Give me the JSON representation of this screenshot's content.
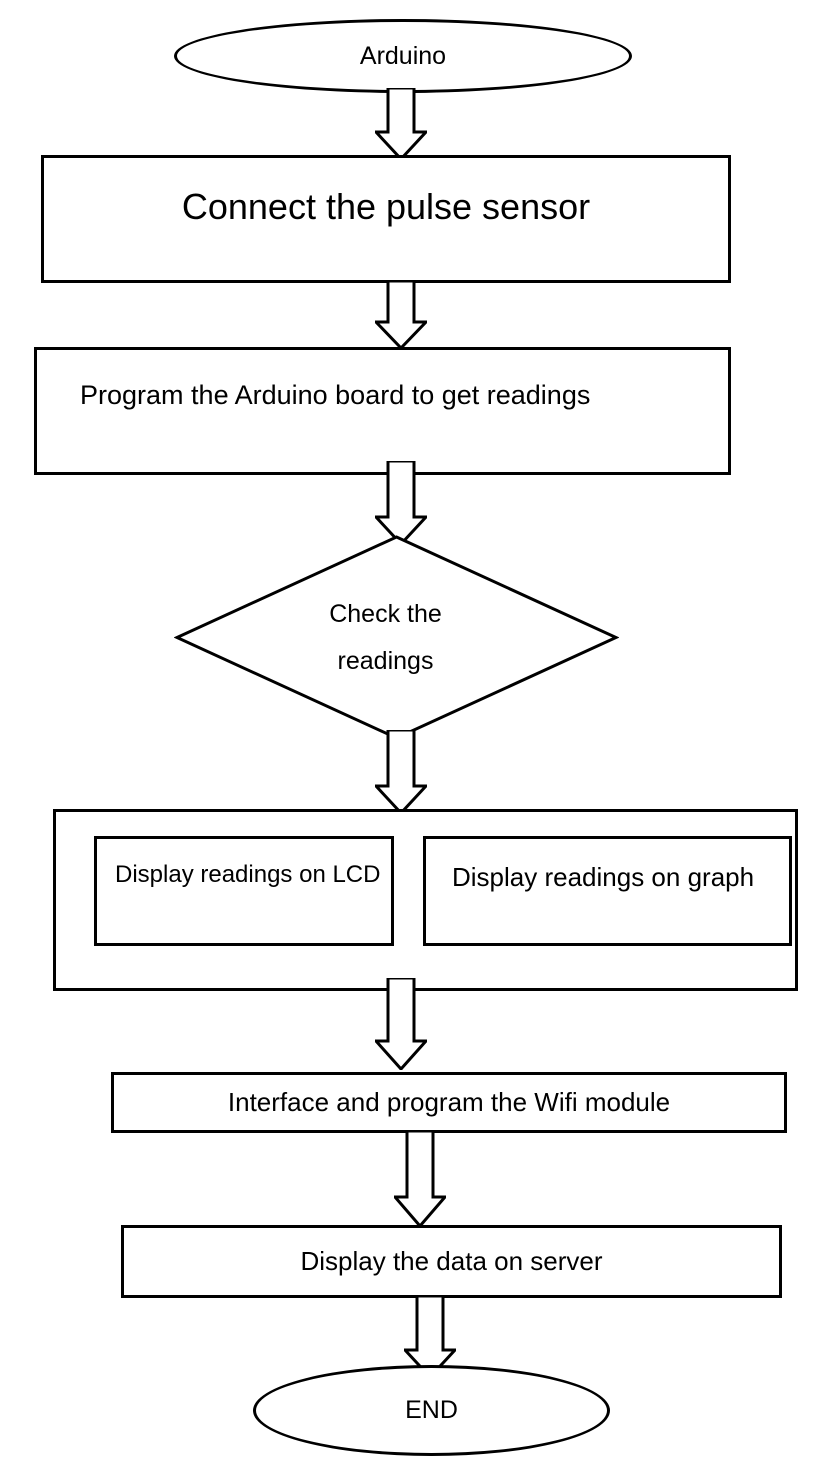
{
  "diagram": {
    "title": "Arduino pulse sensor system flowchart",
    "type": "flowchart",
    "background_color": "#ffffff",
    "stroke_color": "#000000",
    "text_color": "#000000",
    "nodes": [
      {
        "id": "start",
        "shape": "ellipse",
        "label": "Arduino"
      },
      {
        "id": "connect-sensor",
        "shape": "rectangle",
        "label": "Connect the pulse sensor"
      },
      {
        "id": "program-board",
        "shape": "rectangle",
        "label": "  Program the Arduino board to get readings"
      },
      {
        "id": "check-readings",
        "shape": "diamond",
        "label": "Check the\nreadings"
      },
      {
        "id": "display-group",
        "shape": "rectangle",
        "label": ""
      },
      {
        "id": "display-lcd",
        "shape": "rectangle",
        "label": "Display readings on LCD"
      },
      {
        "id": "display-graph",
        "shape": "rectangle",
        "label": "Display readings on graph"
      },
      {
        "id": "wifi-module",
        "shape": "rectangle",
        "label": "Interface and program the Wifi module"
      },
      {
        "id": "display-server",
        "shape": "rectangle",
        "label": "Display the data on server"
      },
      {
        "id": "end",
        "shape": "ellipse",
        "label": "END"
      }
    ],
    "edges": [
      {
        "id": "edge-1",
        "from": "start",
        "to": "connect-sensor",
        "style": "block-arrow-down",
        "label": ""
      },
      {
        "id": "edge-2",
        "from": "connect-sensor",
        "to": "program-board",
        "style": "block-arrow-down",
        "label": ""
      },
      {
        "id": "edge-3",
        "from": "program-board",
        "to": "check-readings",
        "style": "block-arrow-down",
        "label": ""
      },
      {
        "id": "edge-4",
        "from": "check-readings",
        "to": "display-group",
        "style": "block-arrow-down",
        "label": ""
      },
      {
        "id": "edge-5",
        "from": "display-group",
        "to": "wifi-module",
        "style": "block-arrow-down",
        "label": ""
      },
      {
        "id": "edge-6",
        "from": "wifi-module",
        "to": "display-server",
        "style": "block-arrow-down",
        "label": ""
      },
      {
        "id": "edge-7",
        "from": "display-server",
        "to": "end",
        "style": "block-arrow-down",
        "label": ""
      }
    ]
  }
}
